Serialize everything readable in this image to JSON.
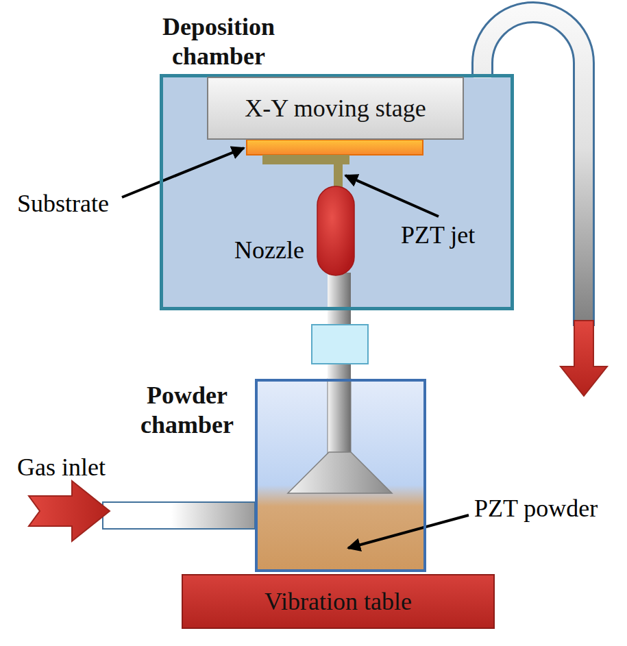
{
  "diagram": {
    "nodes": [
      {
        "text": [
          "Deposition chamber"
        ]
      },
      {
        "text": [
          "X-Y moving stage"
        ],
        "in": 0
      },
      {
        "text": [
          "Powder chamber"
        ]
      },
      {
        "text": [
          "Vibration table"
        ]
      }
    ],
    "edges": [
      {
        "from": 2,
        "to": 0,
        "arrow": "none"
      }
    ],
    "labels": [
      "Substrate",
      "PZT jet",
      "Nozzle",
      "Gas inlet",
      "PZT powder"
    ]
  }
}
